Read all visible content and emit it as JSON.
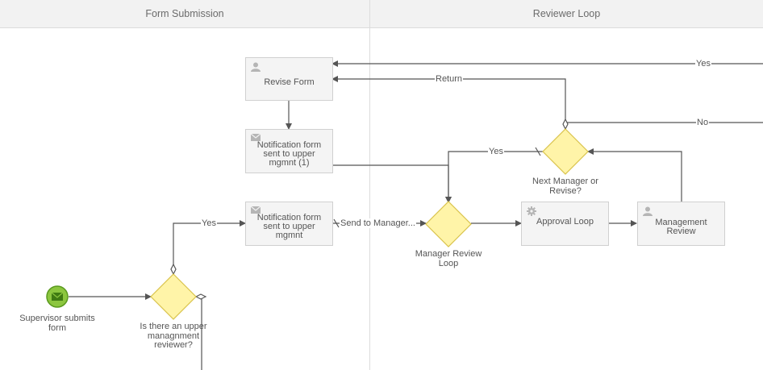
{
  "lanes": {
    "form_submission": "Form Submission",
    "reviewer_loop": "Reviewer Loop"
  },
  "tasks": {
    "revise_form": "Revise Form",
    "notification_1": "Notification form sent to upper mgmnt (1)",
    "notification": "Notification form sent to upper mgmnt",
    "approval_loop": "Approval Loop",
    "management_review": "Management Review"
  },
  "events": {
    "start": "Supervisor submits form"
  },
  "gateways": {
    "upper_reviewer": "Is there an upper managnment reviewer?",
    "manager_review_loop": "Manager Review Loop",
    "next_manager": "Next Manager or Revise?"
  },
  "edges": {
    "yes_top": "Yes",
    "return": "Return",
    "no": "No",
    "yes_next": "Yes",
    "send_to_manager": "Send to Manager...",
    "yes_upper": "Yes"
  },
  "icons": {
    "user": "user-icon",
    "envelope": "envelope-icon",
    "gear": "gear-icon"
  },
  "colors": {
    "gateway_fill": "#fff4a8",
    "gateway_stroke": "#d9c34b",
    "start_fill": "#8cc63f",
    "start_stroke": "#5a9a1e",
    "connector": "#555555"
  }
}
